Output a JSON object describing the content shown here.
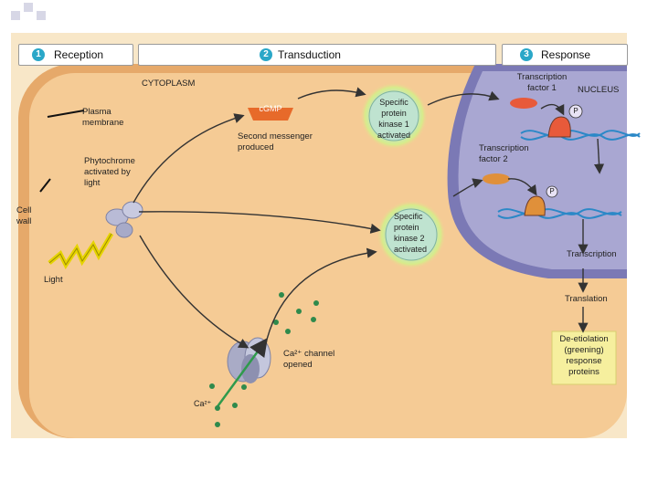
{
  "stages": [
    {
      "num": "1",
      "title": "Reception"
    },
    {
      "num": "2",
      "title": "Transduction"
    },
    {
      "num": "3",
      "title": "Response"
    }
  ],
  "labels": {
    "cytoplasm": "CYTOPLASM",
    "nucleus": "NUCLEUS",
    "plasma_membrane": "Plasma membrane",
    "cgmp": "cGMP",
    "second_messenger": "Second messenger produced",
    "kinase1": "Specific protein kinase 1 activated",
    "tf1": "Transcription factor 1",
    "tf2": "Transcription factor 2",
    "phytochrome": "Phytochrome activated by light",
    "cell_wall": "Cell wall",
    "kinase2": "Specific protein kinase 2 activated",
    "transcription": "Transcription",
    "light": "Light",
    "translation": "Translation",
    "ca_channel": "Ca²⁺ channel opened",
    "ca_ion": "Ca²⁺",
    "phosphate": "P",
    "response_proteins": "De-etiolation (greening) response proteins"
  },
  "colors": {
    "cell_wall": "#f8e7c8",
    "membrane": "#e6a96a",
    "cytoplasm": "#f5cb95",
    "nucleus": "#7b79b5",
    "nucleus_inner": "#a9a7d2",
    "stage_number": "#2aa7c8",
    "kinase_fill": "#bfe3d0",
    "cgmp_fill": "#e76a2a",
    "response_box": "#f6ef9e",
    "ca_ion": "#2f8a4c"
  }
}
